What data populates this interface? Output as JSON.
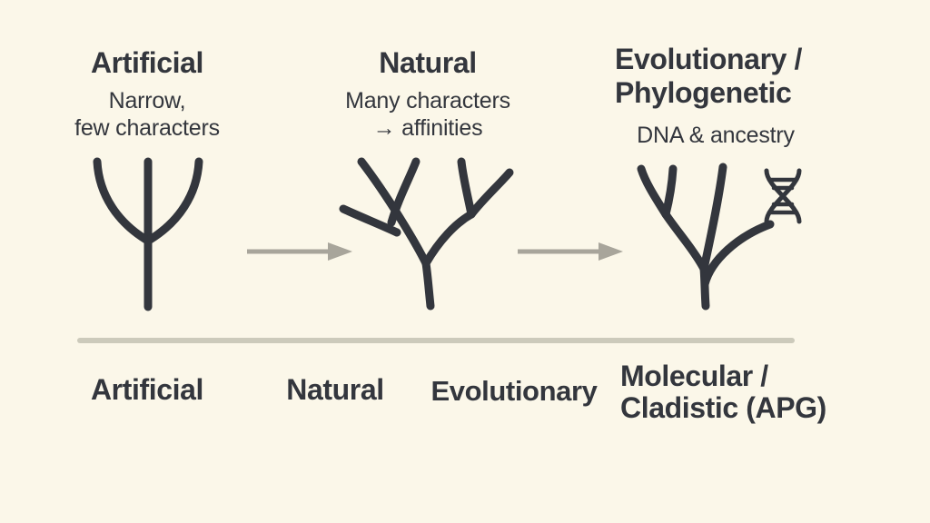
{
  "palette": {
    "background": "#FBF7E9",
    "ink": "#33363D",
    "arrow": "#A8A59B",
    "timeline_bar": "#CCCABB"
  },
  "columns": [
    {
      "title_lines": [
        "Artificial"
      ],
      "subtitle_lines": [
        "Narrow,",
        "few characters"
      ],
      "icon": "simple-tree-icon"
    },
    {
      "title_lines": [
        "Natural"
      ],
      "subtitle_lines": [
        "Many characters",
        "→ affinities"
      ],
      "icon": "branching-tree-icon"
    },
    {
      "title_lines": [
        "Evolutionary /",
        "Phylogenetic"
      ],
      "subtitle_lines": [
        "DNA & ancestry"
      ],
      "icon": "phylogenetic-tree-dna-icon"
    }
  ],
  "arrows": [
    {
      "icon": "right-arrow-icon"
    },
    {
      "icon": "right-arrow-icon"
    }
  ],
  "timeline": {
    "labels": [
      {
        "line1": "Artificial",
        "line2": ""
      },
      {
        "line1": "Natural",
        "line2": ""
      },
      {
        "line1": "Evolutionary",
        "line2": ""
      },
      {
        "line1": "Molecular /",
        "line2": "Cladistic (APG)"
      }
    ]
  }
}
